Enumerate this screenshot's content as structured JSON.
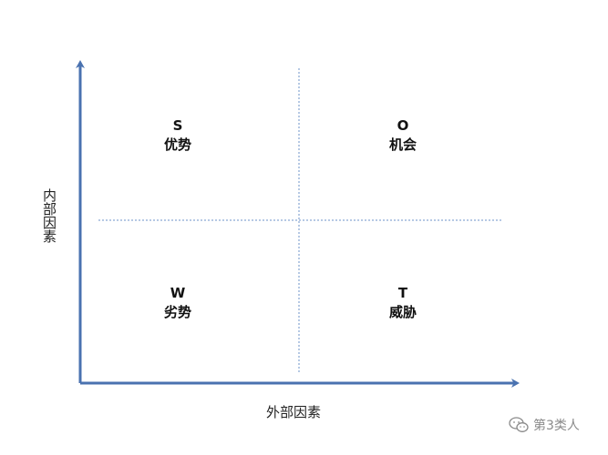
{
  "quadrants": {
    "s": {
      "letter": "S",
      "name": "优势"
    },
    "o": {
      "letter": "O",
      "name": "机会"
    },
    "w": {
      "letter": "W",
      "name": "劣势"
    },
    "t": {
      "letter": "T",
      "name": "威胁"
    }
  },
  "axes": {
    "y_label": "内部因素",
    "x_label": "外部因素"
  },
  "watermark": {
    "text": "第3类人",
    "icon": "wechat-icon"
  },
  "colors": {
    "axis": "#4a72b0",
    "divider": "#6e93c8",
    "text": "#111111",
    "watermark": "#8a8a8a"
  }
}
